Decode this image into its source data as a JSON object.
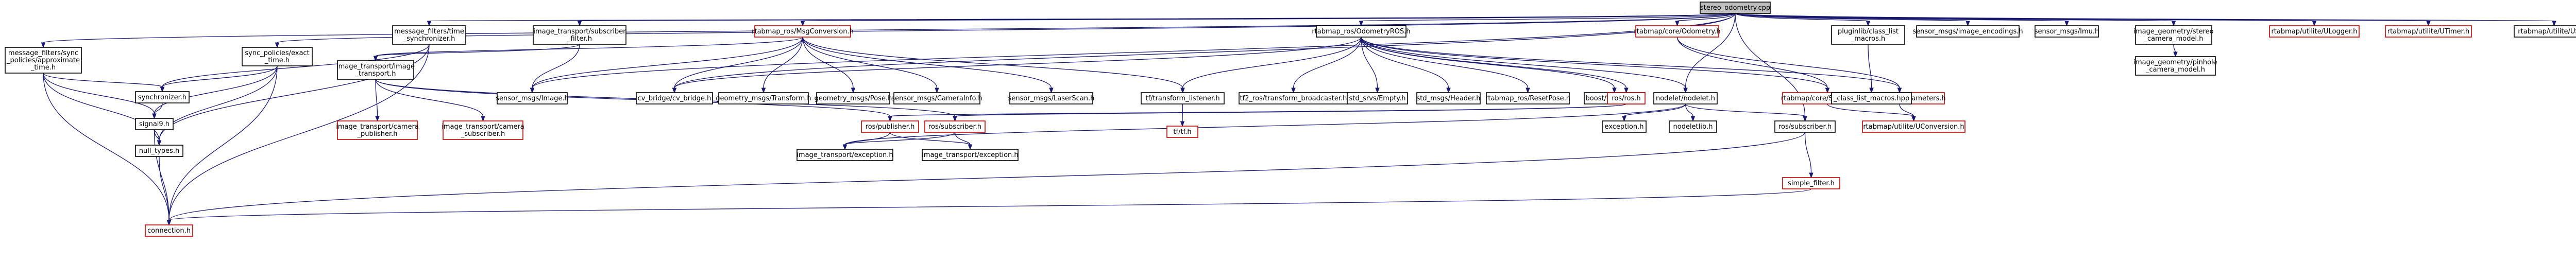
{
  "diagram": {
    "title": "stereo_odometry.cpp",
    "colors": {
      "edge": "#191970",
      "missing_border": "#bf0000",
      "root_fill": "#bfbfbf"
    },
    "nodes": [
      {
        "id": "root",
        "label": [
          "stereo_odometry.cpp"
        ],
        "style": "root"
      },
      {
        "id": "msgFilters",
        "label": [
          "message_filters/time",
          "_synchronizer.h"
        ],
        "style": "normal"
      },
      {
        "id": "imgSubFilter",
        "label": [
          "image_transport/subscriber",
          "_filter.h"
        ],
        "style": "normal"
      },
      {
        "id": "msgConv",
        "label": [
          "rtabmap_ros/MsgConversion.h"
        ],
        "style": "red"
      },
      {
        "id": "odomROS",
        "label": [
          "rtabmap_ros/OdometryROS.h"
        ],
        "style": "normal"
      },
      {
        "id": "coreOdom",
        "label": [
          "rtabmap/core/Odometry.h"
        ],
        "style": "red"
      },
      {
        "id": "pluginlib",
        "label": [
          "pluginlib/class_list",
          "_macros.h"
        ],
        "style": "normal"
      },
      {
        "id": "sensorEnc",
        "label": [
          "sensor_msgs/image_encodings.h"
        ],
        "style": "normal"
      },
      {
        "id": "sensorImu",
        "label": [
          "sensor_msgs/Imu.h"
        ],
        "style": "normal"
      },
      {
        "id": "imgGeomStereo",
        "label": [
          "image_geometry/stereo",
          "_camera_model.h"
        ],
        "style": "normal"
      },
      {
        "id": "uLogger",
        "label": [
          "rtabmap/utilite/ULogger.h"
        ],
        "style": "red"
      },
      {
        "id": "uTimer",
        "label": [
          "rtabmap/utilite/UTimer.h"
        ],
        "style": "red"
      },
      {
        "id": "uStl",
        "label": [
          "rtabmap/utilite/UStl.h"
        ],
        "style": "normal"
      },
      {
        "id": "approxTime",
        "label": [
          "message_filters/sync",
          "_policies/approximate",
          "_time.h"
        ],
        "style": "normal"
      },
      {
        "id": "exactTime",
        "label": [
          "sync_policies/exact",
          "_time.h"
        ],
        "style": "normal"
      },
      {
        "id": "imgTransport",
        "label": [
          "image_transport/image",
          "_transport.h"
        ],
        "style": "normal"
      },
      {
        "id": "sensorImage",
        "label": [
          "sensor_msgs/Image.h"
        ],
        "style": "normal"
      },
      {
        "id": "cvBridge",
        "label": [
          "cv_bridge/cv_bridge.h"
        ],
        "style": "normal"
      },
      {
        "id": "geoTransform",
        "label": [
          "geometry_msgs/Transform.h"
        ],
        "style": "normal"
      },
      {
        "id": "geoPose",
        "label": [
          "geometry_msgs/Pose.h"
        ],
        "style": "normal"
      },
      {
        "id": "camInfo",
        "label": [
          "sensor_msgs/CameraInfo.h"
        ],
        "style": "normal"
      },
      {
        "id": "laserScan",
        "label": [
          "sensor_msgs/LaserScan.h"
        ],
        "style": "normal"
      },
      {
        "id": "tfListener",
        "label": [
          "tf/transform_listener.h"
        ],
        "style": "normal"
      },
      {
        "id": "tf2Broad",
        "label": [
          "tf2_ros/transform_broadcaster.h"
        ],
        "style": "normal"
      },
      {
        "id": "stdEmpty",
        "label": [
          "std_srvs/Empty.h"
        ],
        "style": "normal"
      },
      {
        "id": "stdHeader",
        "label": [
          "std_msgs/Header.h"
        ],
        "style": "normal"
      },
      {
        "id": "resetPose",
        "label": [
          "rtabmap_ros/ResetPose.h"
        ],
        "style": "normal"
      },
      {
        "id": "boostThread",
        "label": [
          "boost/thread.hpp"
        ],
        "style": "normal"
      },
      {
        "id": "rosH",
        "label": [
          "ros/ros.h"
        ],
        "style": "red"
      },
      {
        "id": "nodelet",
        "label": [
          "nodelet/nodelet.h"
        ],
        "style": "normal"
      },
      {
        "id": "sensorData",
        "label": [
          "rtabmap/core/SensorData.h"
        ],
        "style": "red"
      },
      {
        "id": "coreParams",
        "label": [
          "rtabmap/core/Parameters.h"
        ],
        "style": "red"
      },
      {
        "id": "classListMacros",
        "label": [
          "_class_list_macros.hpp"
        ],
        "style": "normal"
      },
      {
        "id": "pinhole",
        "label": [
          "image_geometry/pinhole",
          "_camera_model.h"
        ],
        "style": "normal"
      },
      {
        "id": "synchronizer",
        "label": [
          "synchronizer.h"
        ],
        "style": "normal"
      },
      {
        "id": "signal9",
        "label": [
          "signal9.h"
        ],
        "style": "normal"
      },
      {
        "id": "nullTypes",
        "label": [
          "null_types.h"
        ],
        "style": "normal"
      },
      {
        "id": "connection",
        "label": [
          "connection.h"
        ],
        "style": "red"
      },
      {
        "id": "camPub",
        "label": [
          "image_transport/camera",
          "_publisher.h"
        ],
        "style": "red"
      },
      {
        "id": "camSub",
        "label": [
          "image_transport/camera",
          "_subscriber.h"
        ],
        "style": "red"
      },
      {
        "id": "tfH",
        "label": [
          "tf/tf.h"
        ],
        "style": "red"
      },
      {
        "id": "rosPublisher",
        "label": [
          "ros/publisher.h"
        ],
        "style": "red"
      },
      {
        "id": "rosSubscriber",
        "label": [
          "ros/subscriber.h"
        ],
        "style": "red"
      },
      {
        "id": "exception",
        "label": [
          "exception.h"
        ],
        "style": "normal"
      },
      {
        "id": "nodeletlib",
        "label": [
          "nodeletlib.h"
        ],
        "style": "normal"
      },
      {
        "id": "subscriber",
        "label": [
          "ros/subscriber.h"
        ],
        "style": "normal"
      },
      {
        "id": "uConversion",
        "label": [
          "rtabmap/utilite/UConversion.h"
        ],
        "style": "red"
      },
      {
        "id": "itException",
        "label": [
          "image_transport/exception.h"
        ],
        "style": "normal"
      },
      {
        "id": "itException2",
        "label": [
          "image_transport/exception.h"
        ],
        "style": "normal"
      },
      {
        "id": "simpleFilter",
        "label": [
          "simple_filter.h"
        ],
        "style": "red"
      }
    ],
    "edges": [
      [
        "root",
        "msgFilters"
      ],
      [
        "root",
        "imgSubFilter"
      ],
      [
        "root",
        "msgConv"
      ],
      [
        "root",
        "odomROS"
      ],
      [
        "root",
        "coreOdom"
      ],
      [
        "root",
        "pluginlib"
      ],
      [
        "root",
        "sensorEnc"
      ],
      [
        "root",
        "sensorImu"
      ],
      [
        "root",
        "imgGeomStereo"
      ],
      [
        "root",
        "uLogger"
      ],
      [
        "root",
        "uTimer"
      ],
      [
        "root",
        "uStl"
      ],
      [
        "root",
        "approxTime"
      ],
      [
        "root",
        "exactTime"
      ],
      [
        "root",
        "cvBridge"
      ],
      [
        "root",
        "nodelet"
      ],
      [
        "root",
        "subscriber"
      ],
      [
        "root",
        "sensorImage"
      ],
      [
        "msgFilters",
        "synchronizer"
      ],
      [
        "msgFilters",
        "nullTypes"
      ],
      [
        "msgFilters",
        "connection"
      ],
      [
        "imgSubFilter",
        "imgTransport"
      ],
      [
        "imgSubFilter",
        "sensorImage"
      ],
      [
        "msgConv",
        "sensorImage"
      ],
      [
        "msgConv",
        "cvBridge"
      ],
      [
        "msgConv",
        "geoTransform"
      ],
      [
        "msgConv",
        "geoPose"
      ],
      [
        "msgConv",
        "camInfo"
      ],
      [
        "msgConv",
        "laserScan"
      ],
      [
        "msgConv",
        "tfListener"
      ],
      [
        "msgConv",
        "imgTransport"
      ],
      [
        "odomROS",
        "tfListener"
      ],
      [
        "odomROS",
        "tf2Broad"
      ],
      [
        "odomROS",
        "stdEmpty"
      ],
      [
        "odomROS",
        "stdHeader"
      ],
      [
        "odomROS",
        "resetPose"
      ],
      [
        "odomROS",
        "boostThread"
      ],
      [
        "odomROS",
        "rosH"
      ],
      [
        "odomROS",
        "nodelet"
      ],
      [
        "odomROS",
        "sensorData"
      ],
      [
        "odomROS",
        "coreParams"
      ],
      [
        "odomROS",
        "cvBridge"
      ],
      [
        "coreOdom",
        "sensorData"
      ],
      [
        "coreOdom",
        "coreParams"
      ],
      [
        "pluginlib",
        "classListMacros"
      ],
      [
        "imgGeomStereo",
        "pinhole"
      ],
      [
        "approxTime",
        "synchronizer"
      ],
      [
        "approxTime",
        "signal9"
      ],
      [
        "approxTime",
        "nullTypes"
      ],
      [
        "approxTime",
        "connection"
      ],
      [
        "exactTime",
        "synchronizer"
      ],
      [
        "exactTime",
        "signal9"
      ],
      [
        "exactTime",
        "nullTypes"
      ],
      [
        "exactTime",
        "connection"
      ],
      [
        "synchronizer",
        "signal9"
      ],
      [
        "signal9",
        "nullTypes"
      ],
      [
        "signal9",
        "connection"
      ],
      [
        "nullTypes",
        "connection"
      ],
      [
        "imgTransport",
        "camPub"
      ],
      [
        "imgTransport",
        "camSub"
      ],
      [
        "imgTransport",
        "rosPublisher"
      ],
      [
        "imgTransport",
        "rosSubscriber"
      ],
      [
        "tfListener",
        "tfH"
      ],
      [
        "rosH",
        "rosPublisher"
      ],
      [
        "rosH",
        "rosSubscriber"
      ],
      [
        "nodelet",
        "exception"
      ],
      [
        "nodelet",
        "nodeletlib"
      ],
      [
        "nodelet",
        "subscriber"
      ],
      [
        "nodelet",
        "itException"
      ],
      [
        "coreParams",
        "uConversion"
      ],
      [
        "sensorData",
        "uConversion"
      ],
      [
        "rosPublisher",
        "itException"
      ],
      [
        "rosPublisher",
        "itException2"
      ],
      [
        "rosSubscriber",
        "itException"
      ],
      [
        "rosSubscriber",
        "itException2"
      ],
      [
        "subscriber",
        "simpleFilter"
      ],
      [
        "subscriber",
        "connection"
      ],
      [
        "simpleFilter",
        "connection"
      ]
    ]
  }
}
